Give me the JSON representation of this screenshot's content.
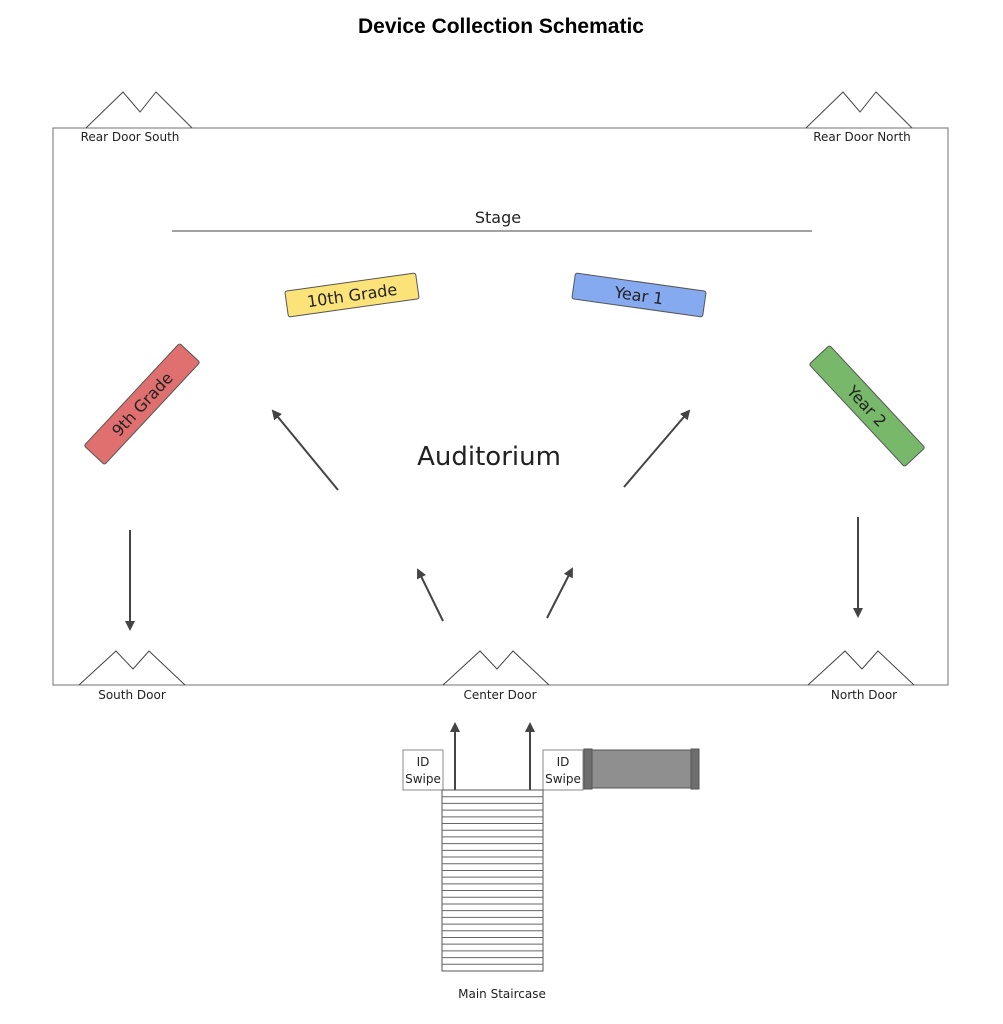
{
  "title": "Device Collection Schematic",
  "doors": {
    "rear_south": "Rear Door South",
    "rear_north": "Rear Door North",
    "south": "South Door",
    "center": "Center Door",
    "north": "North Door"
  },
  "stage": "Stage",
  "room": "Auditorium",
  "tables": {
    "grade10": {
      "label": "10th Grade",
      "color": "#fbe37a"
    },
    "year1": {
      "label": "Year 1",
      "color": "#86aaf0"
    },
    "grade9": {
      "label": "9th Grade",
      "color": "#e07070"
    },
    "year2": {
      "label": "Year 2",
      "color": "#78b86a"
    }
  },
  "id_swipe_left": {
    "line1": "ID",
    "line2": "Swipe"
  },
  "id_swipe_right": {
    "line1": "ID",
    "line2": "Swipe"
  },
  "staircase": "Main Staircase",
  "colors": {
    "conveyor": "#8f8f8f"
  }
}
